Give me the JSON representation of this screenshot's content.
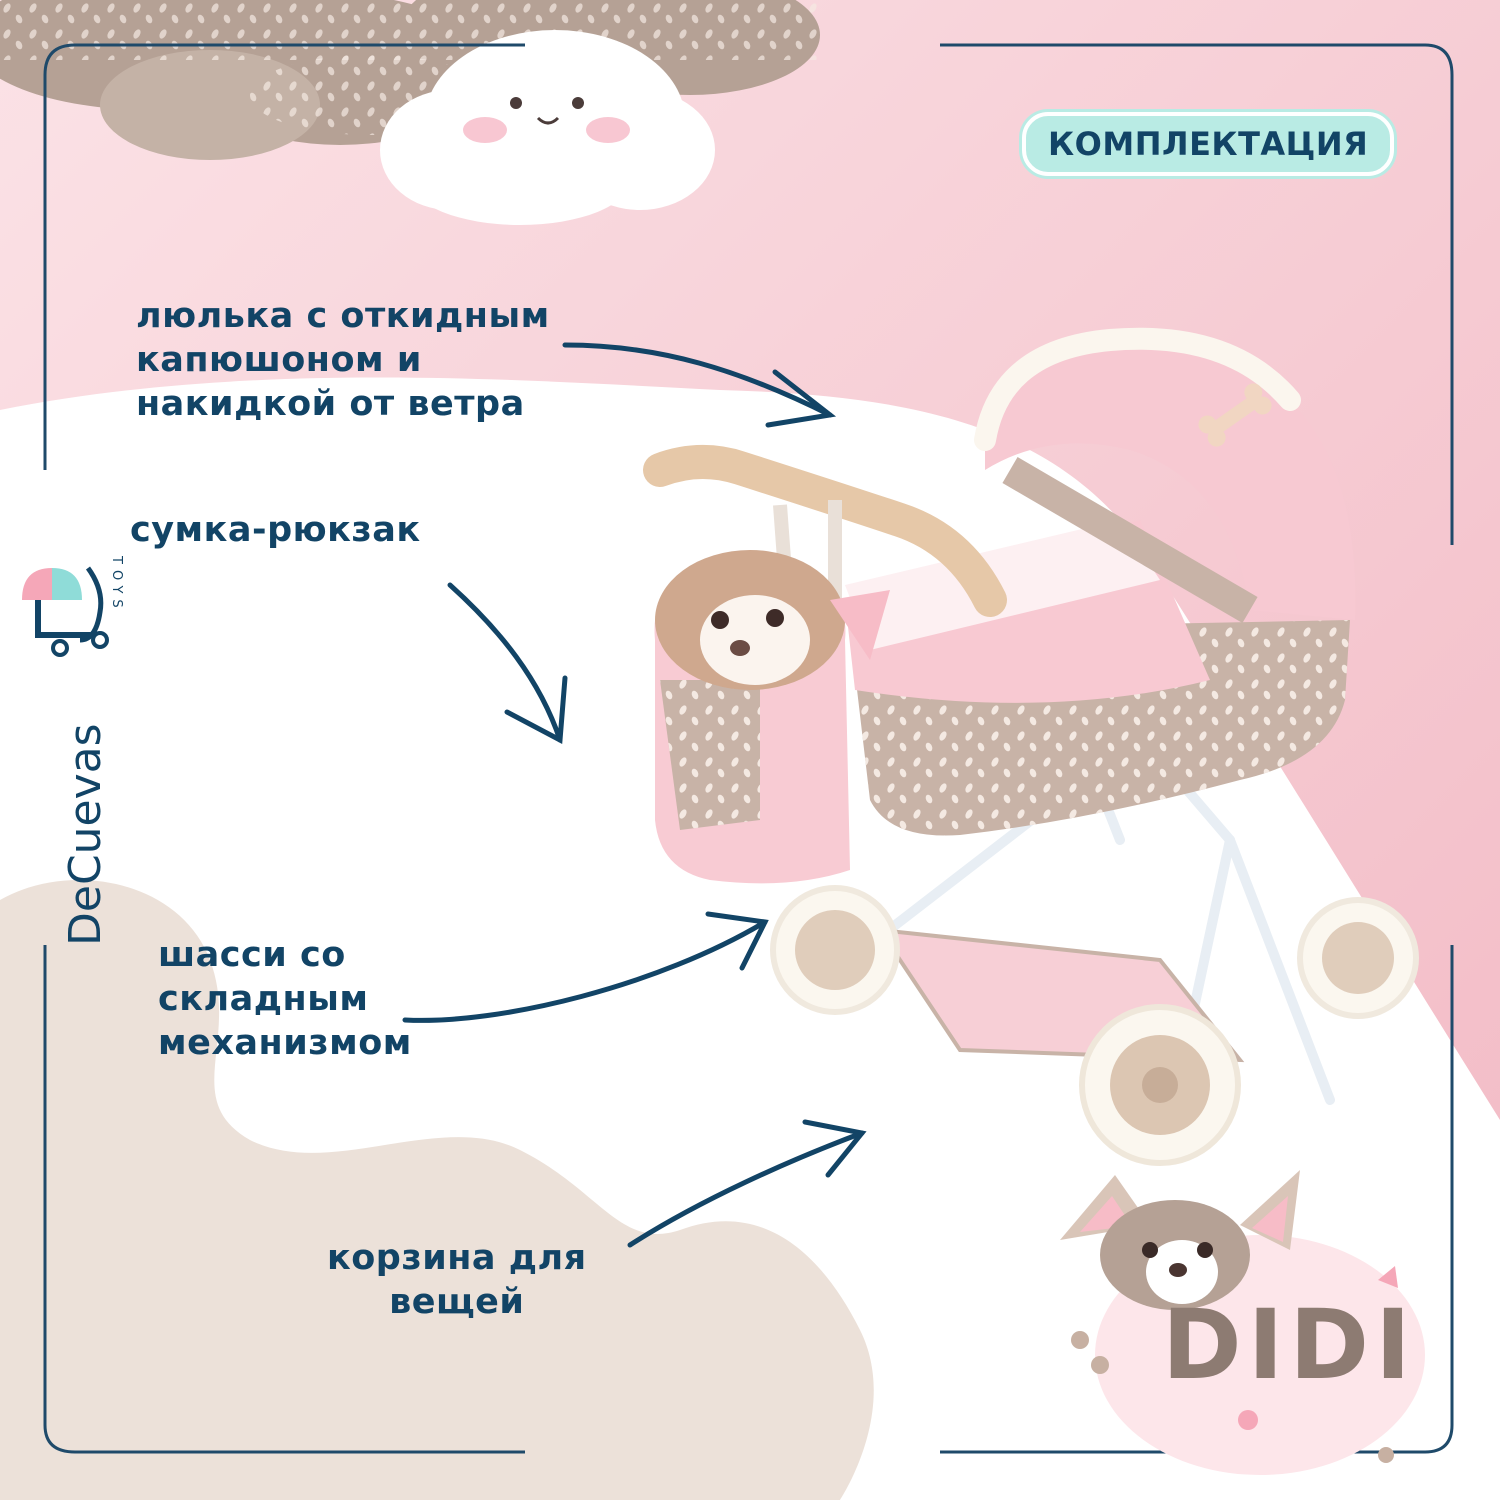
{
  "badge": {
    "text": "КОМПЛЕКТАЦИЯ"
  },
  "features": {
    "cradle": [
      "люлька с откидным",
      "капюшоном и",
      "накидкой от ветра"
    ],
    "bag": [
      "сумка-рюкзак"
    ],
    "chassis": [
      "шасси со",
      "складным",
      "механизмом"
    ],
    "basket": [
      "корзина для",
      "вещей"
    ]
  },
  "brand": {
    "name": "DeCuevas",
    "sub": "TOYS",
    "icon": "baby-stroller-icon"
  },
  "logo": {
    "text": "DIDI",
    "icon": "chihuahua-mascot-icon"
  },
  "decor": {
    "cloud_face_icon": "smiling-cloud-icon",
    "product_image": "doll-pram-photo"
  },
  "colors": {
    "text": "#124466",
    "pink": "#f6c6cf",
    "beige": "#ece1d9",
    "mocha": "#b5a195",
    "mint": "#b9ebe4",
    "frame": "#1f4a6a"
  }
}
